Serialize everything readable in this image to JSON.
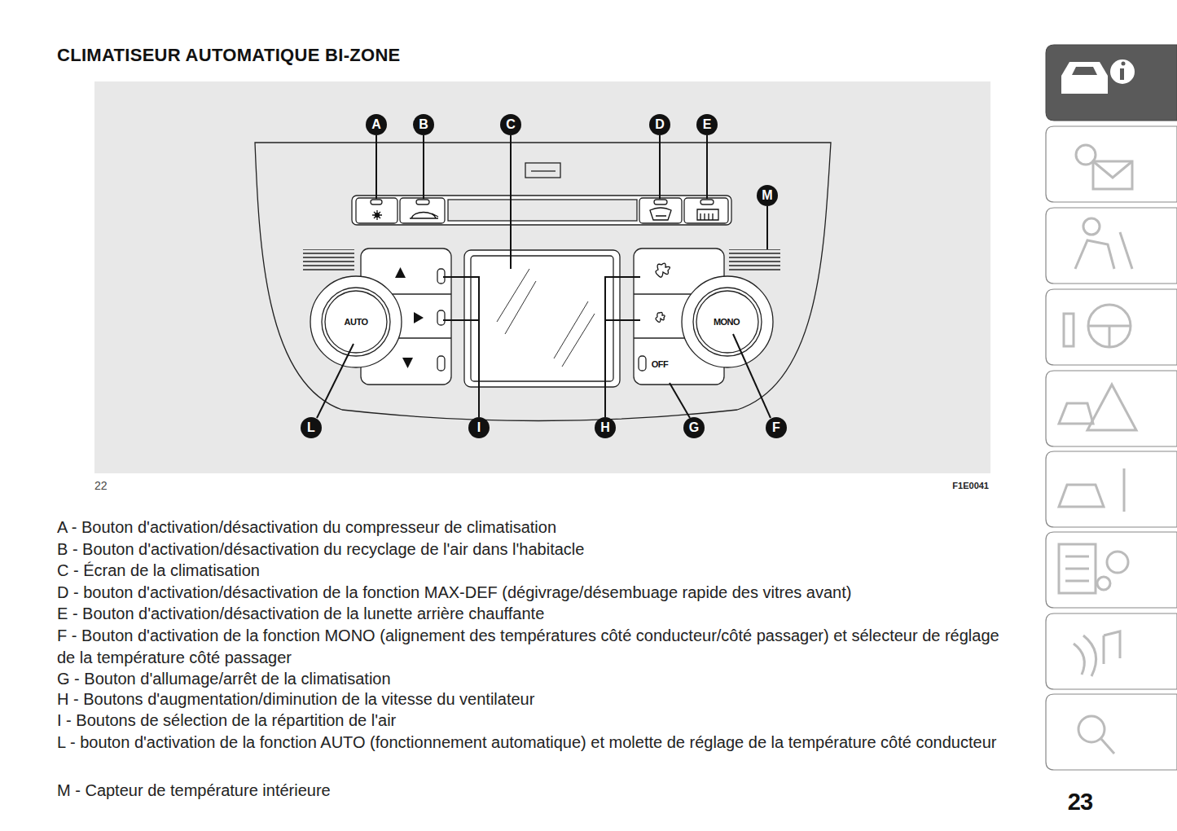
{
  "diagram": {
    "title": "CLIMATISEUR AUTOMATIQUE BI-ZONE",
    "nodes": [
      {
        "text": [
          "A"
        ]
      },
      {
        "text": [
          "B"
        ]
      },
      {
        "text": [
          "C"
        ]
      },
      {
        "text": [
          "D"
        ]
      },
      {
        "text": [
          "E"
        ]
      },
      {
        "text": [
          "M"
        ]
      },
      {
        "text": [
          "L"
        ]
      },
      {
        "text": [
          "I"
        ]
      },
      {
        "text": [
          "H"
        ]
      },
      {
        "text": [
          "G"
        ]
      },
      {
        "text": [
          "F"
        ]
      }
    ],
    "labels": [
      "22",
      "F1E0041",
      "AUTO",
      "MONO",
      "OFF",
      "A - Bouton d'activation/désactivation du compresseur de climatisation",
      "B - Bouton d'activation/désactivation du recyclage de l'air dans l'habitacle",
      "C - Écran de la climatisation",
      "D - bouton d'activation/désactivation de la fonction MAX-DEF (dégivrage/désembuage rapide des vitres avant)",
      "E - Bouton d'activation/désactivation de la lunette arrière chauffante",
      "F - Bouton d'activation de la fonction MONO (alignement des températures côté conducteur/côté passager) et sélecteur de réglage de la température côté passager",
      "G - Bouton d'allumage/arrêt de la climatisation",
      "H - Boutons d'augmentation/diminution de la vitesse du ventilateur",
      "I - Boutons de sélection de la répartition de l'air",
      "L - bouton d'activation de la fonction AUTO (fonctionnement automatique) et molette de réglage de la température côté conducteur",
      "M - Capteur de température intérieure",
      "23"
    ]
  }
}
